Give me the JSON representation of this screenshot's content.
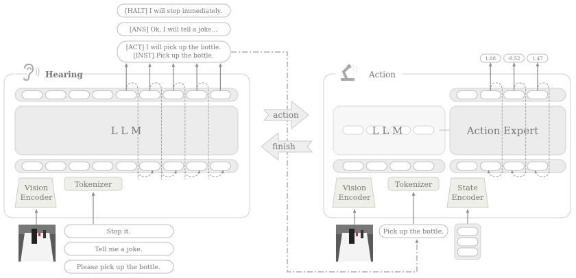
{
  "hearing": {
    "title": "Hearing",
    "icon": "ear-icon",
    "llm_label": "L L M",
    "vision_encoder": [
      "Vision",
      "Encoder"
    ],
    "tokenizer": "Tokenizer",
    "outputs": [
      [
        "[HALT] I will stop immediately."
      ],
      [
        "[ANS] Ok, I will tell a joke..."
      ],
      [
        "[ACT] I will pick up the bottle.",
        "[INST] Pick up the bottle."
      ]
    ],
    "inputs": [
      "Stop it.",
      "Tell me a joke.",
      "Please pick up the bottle."
    ]
  },
  "switch": {
    "action_label": "action",
    "finish_label": "finish"
  },
  "action": {
    "title": "Action",
    "icon": "robot-arm-icon",
    "llm_label": "L L M",
    "action_expert": "Action Expert",
    "vision_encoder": [
      "Vision",
      "Encoder"
    ],
    "tokenizer": "Tokenizer",
    "state_encoder": [
      "State",
      "Encoder"
    ],
    "instruction": "Pick up the bottle.",
    "action_values": [
      "1.08",
      "-0.52",
      "1.47"
    ]
  }
}
